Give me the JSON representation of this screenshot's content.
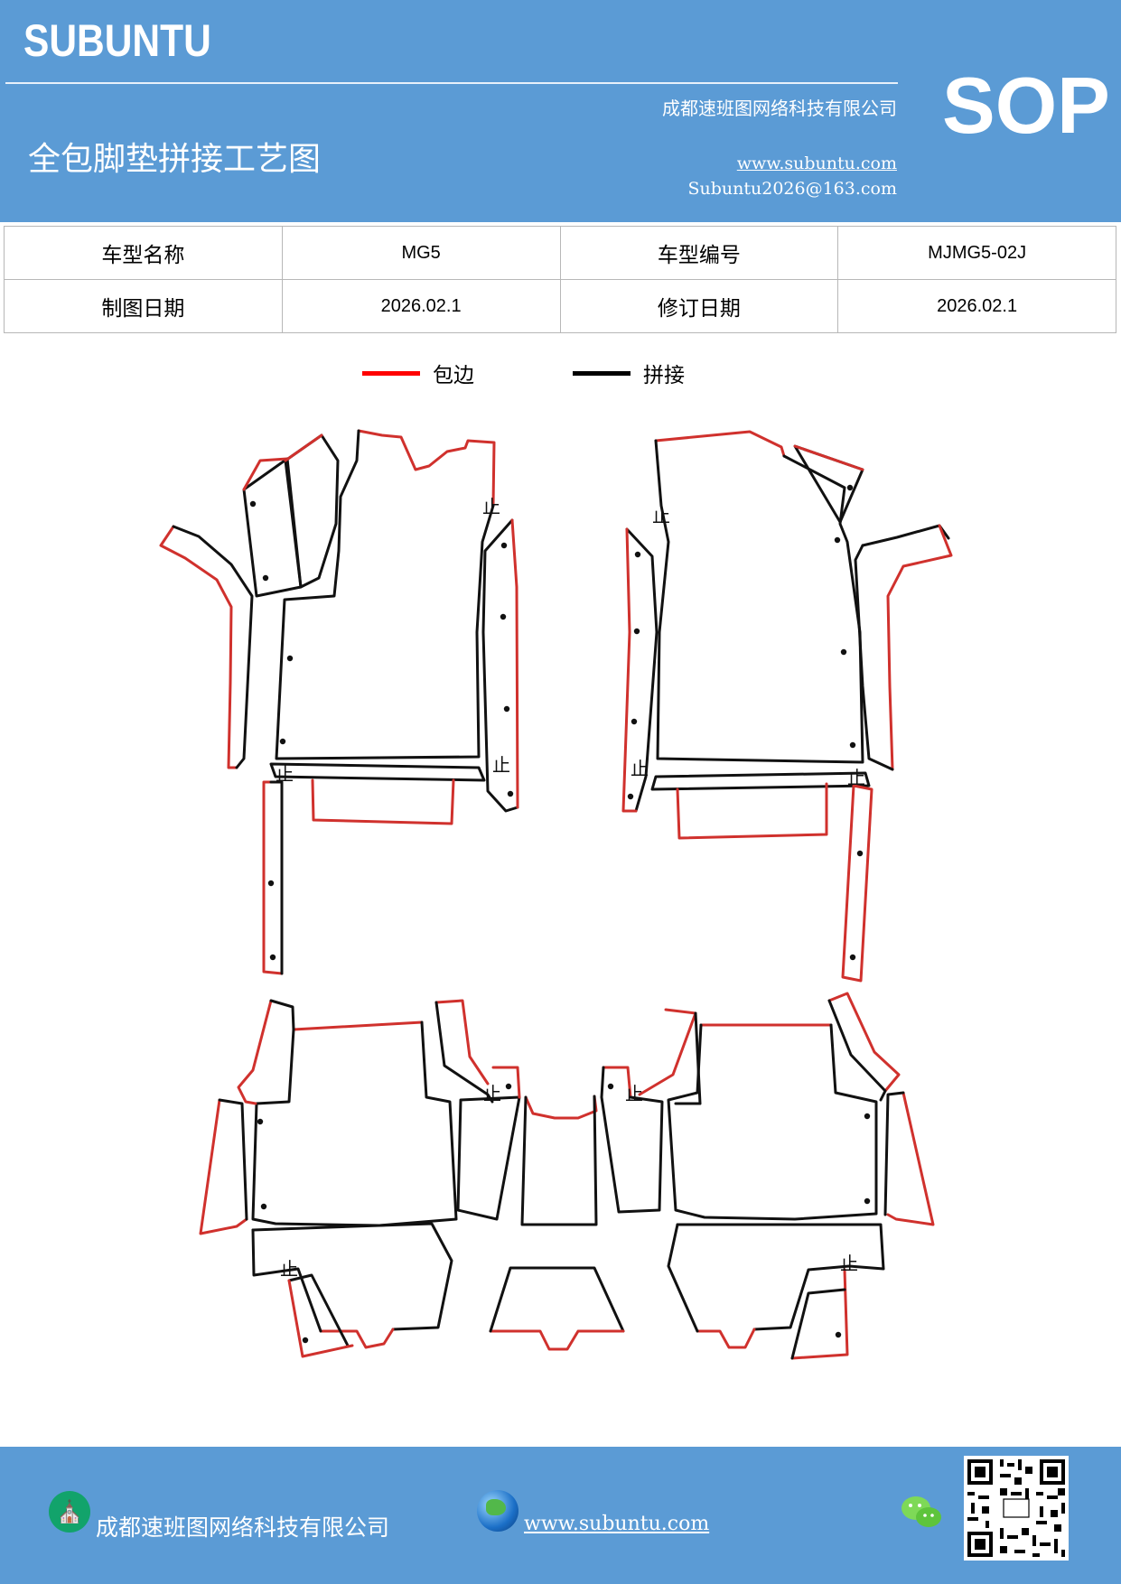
{
  "header": {
    "brand": "SUBUNTU",
    "company": "成都速班图网络科技有限公司",
    "title": "全包脚垫拼接工艺图",
    "website": "www.subuntu.com",
    "email": "Subuntu2026@163.com",
    "badge": "SOP",
    "background_color": "#5b9bd5"
  },
  "info_table": {
    "rows": [
      {
        "label1": "车型名称",
        "value1": "MG5",
        "label2": "车型编号",
        "value2": "MJMG5-02J"
      },
      {
        "label1": "制图日期",
        "value1": "2026.02.1",
        "label2": "修订日期",
        "value2": "2026.02.1"
      }
    ]
  },
  "legend": {
    "items": [
      {
        "label": "包边",
        "color": "#ff0000"
      },
      {
        "label": "拼接",
        "color": "#000000"
      }
    ]
  },
  "diagram": {
    "edge_color_red": "#d0312d",
    "edge_color_black": "#111111",
    "stop_mark": "止"
  },
  "footer": {
    "company": "成都速班图网络科技有限公司",
    "website": "www.subuntu.com",
    "icons": [
      "building-icon",
      "globe-icon",
      "wechat-icon",
      "qr-code"
    ]
  }
}
